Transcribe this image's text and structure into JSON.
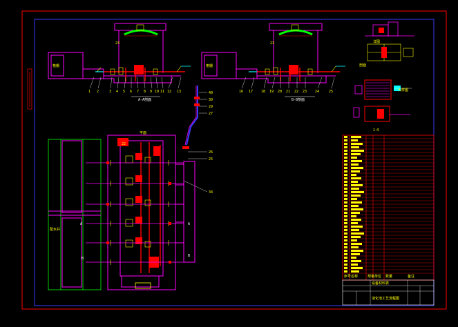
{
  "colors": {
    "background": "#000000",
    "outer_frame": "#ff0000",
    "inner_frame": "#3a3aff",
    "wall": "#ff00ff",
    "pipe": "#ff0000",
    "note": "#ffff00",
    "leader": "#ffffff",
    "hatch": "#00ff00",
    "accent": "#00ffff"
  },
  "section_a": {
    "title": "A-A剖面",
    "left_room_label": "格栅",
    "upper_mark": "23",
    "tags": [
      "1",
      "2",
      "3",
      "4",
      "5",
      "6",
      "7",
      "8",
      "9",
      "10",
      "11",
      "12",
      "13"
    ]
  },
  "section_b": {
    "title": "B-B剖面",
    "left_room_label": "格栅",
    "upper_mark": "23",
    "tags": [
      "16",
      "17",
      "18",
      "19",
      "20",
      "21",
      "22",
      "23",
      "24",
      "25"
    ]
  },
  "pipe_tags": [
    "40",
    "30",
    "29",
    "27",
    "26",
    "25",
    "34"
  ],
  "plan": {
    "top_label": "平面",
    "mark_22": "22",
    "left_label": "配水井",
    "arrow_a_left": "A",
    "arrow_a_right": "A",
    "arrow_b_left": "B",
    "arrow_b_right": "B"
  },
  "detail": {
    "title": "详图",
    "section_note": "剖面",
    "note_1": "大样图",
    "scale": "1:5"
  },
  "table": {
    "title_block": "设备材料表",
    "drawing_title": "消化池工艺流程图",
    "row_count": 40,
    "header_cells": [
      "序号",
      "名称",
      "规格",
      "单位",
      "数量",
      "备注"
    ]
  }
}
